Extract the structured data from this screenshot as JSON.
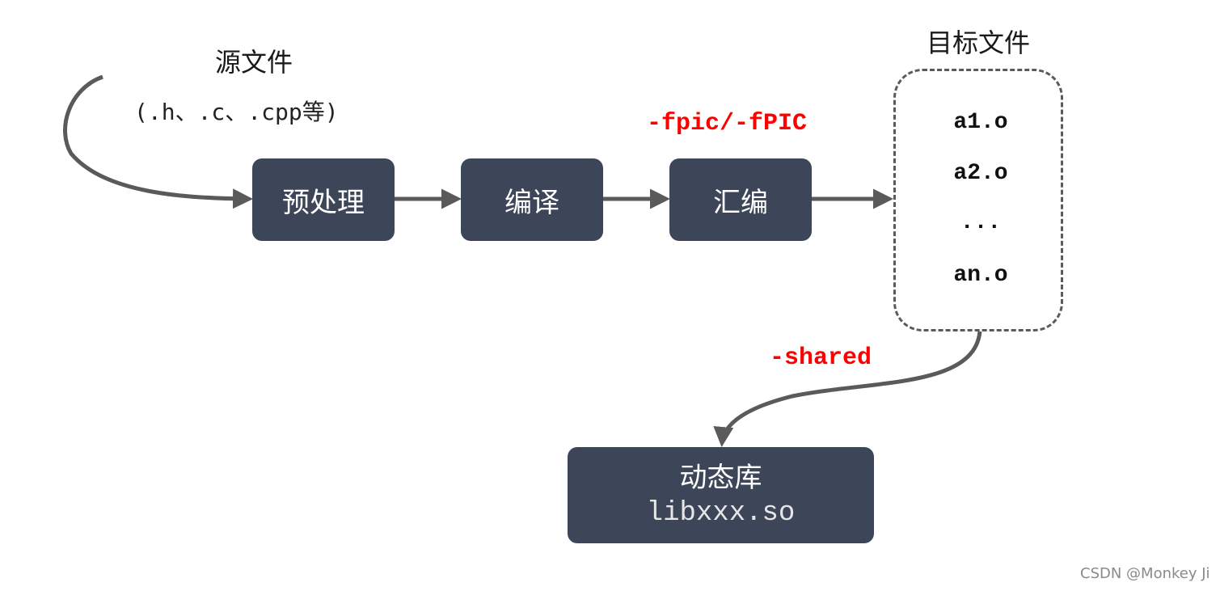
{
  "source": {
    "title": "源文件",
    "extensions": "(.h、.c、.cpp等)"
  },
  "steps": {
    "preprocess": "预处理",
    "compile": "编译",
    "assemble": "汇编"
  },
  "flags": {
    "fpic": "-fpic/-fPIC",
    "shared": "-shared"
  },
  "objects": {
    "title": "目标文件",
    "files": [
      "a1.o",
      "a2.o",
      "...",
      "an.o"
    ]
  },
  "library": {
    "name": "动态库",
    "file": "libxxx.so"
  },
  "watermark": "CSDN @Monkey Ji",
  "colors": {
    "box_fill": "#3c4658",
    "arrow": "#5a5a5a",
    "flag_text": "#ff0000"
  }
}
